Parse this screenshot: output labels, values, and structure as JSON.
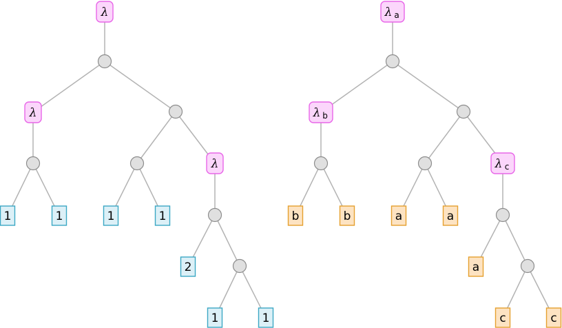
{
  "diagram": {
    "trees": [
      {
        "name": "numeric-tree",
        "lambda_symbol": "λ",
        "lambda_labels": [
          "",
          "",
          ""
        ],
        "leaves": [
          "1",
          "1",
          "1",
          "1",
          "2",
          "1",
          "1"
        ],
        "colors": {
          "lambda_fill": "#fbd6fb",
          "lambda_stroke": "#e866e8",
          "leaf_fill": "#dcf0f7",
          "leaf_stroke": "#3ba7c4"
        }
      },
      {
        "name": "symbolic-tree",
        "lambda_symbol": "λ",
        "lambda_labels": [
          "a",
          "b",
          "c"
        ],
        "leaves": [
          "b",
          "b",
          "a",
          "a",
          "a",
          "c",
          "c"
        ],
        "colors": {
          "lambda_fill": "#fbd6fb",
          "lambda_stroke": "#e866e8",
          "leaf_fill": "#fde3c2",
          "leaf_stroke": "#e5a02f"
        }
      }
    ],
    "edge_color": "#b3b3b3",
    "node_color": "#e0e0e0"
  }
}
